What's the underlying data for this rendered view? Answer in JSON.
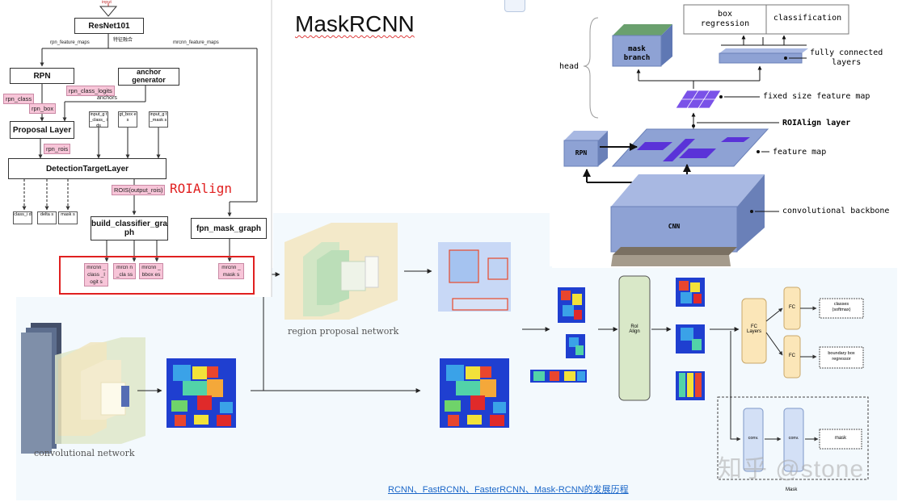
{
  "title": "MaskRCNN",
  "flowchart": {
    "input": "input",
    "resnet": "ResNet101",
    "fuse": "特征融合",
    "rpn_feature_maps": "rpn_feature_maps",
    "mrcnn_feature_maps": "mrcnn_feature_maps",
    "rpn": "RPN",
    "anchor_generator": "anchor\ngenerator",
    "rpn_class_logits": "rpn_class_logits",
    "anchors": "anchors",
    "rpn_class": "rpn_class",
    "rpn_box": "rpn_box",
    "proposal_layer": "Proposal Layer",
    "rpn_rois": "rpn_rois",
    "input_gt_class_ids": "input_g t_class_ ids",
    "gt_boxes": "gt_box es",
    "input_gt_masks": "input_g t_mask s",
    "detection_target_layer": "DetectionTargetLayer",
    "class_ids": "class_i d",
    "deltas": "delta s",
    "masks": "mask s",
    "rois_output": "ROIS(output_rois)",
    "roialign": "ROIAlign",
    "build_classifier_graph": "build_classifier_gra ph",
    "fpn_mask_graph": "fpn_mask_graph",
    "mrcnn_class_logits": "mrcnn _class _logit s",
    "mrcnn_class": "mrcn n_cla ss",
    "mrcnn_bbox": "mrcnn _bbox es",
    "mrcnn_mask": "mrcnn _mask s"
  },
  "arch": {
    "box_regression": "box\nregression",
    "classification": "classification",
    "fully_connected_layers": "fully connected\nlayers",
    "mask_branch": "mask\nbranch",
    "head": "head",
    "fixed_size_feature_map": "fixed size feature map",
    "roialign_layer": "ROIAlign layer",
    "rpn": "RPN",
    "feature_map": "feature map",
    "cnn": "CNN",
    "convolutional_backbone": "convolutional backbone"
  },
  "pipeline": {
    "region_proposal_network": "region proposal network",
    "convolutional_network": "convolutional network",
    "roi_align": "RoI\nAlign",
    "fc_layers": "FC\nLayers",
    "fc": "FC",
    "classes": "classes\n(softmax)",
    "boundary_box": "boundary box\nregressor",
    "conv": "conv.",
    "mask": "mask",
    "mask_group": "Mask"
  },
  "credit": "RCNN、FastRCNN、FasterRCNN、Mask-RCNN的发展历程",
  "watermark": "知乎 @stone",
  "colors": {
    "pink": "#f7c5d8",
    "arch_blue": "#8ea2d4",
    "arch_purple": "#5a33d8",
    "highlight_red": "#e02020",
    "link": "#1a66c8"
  }
}
